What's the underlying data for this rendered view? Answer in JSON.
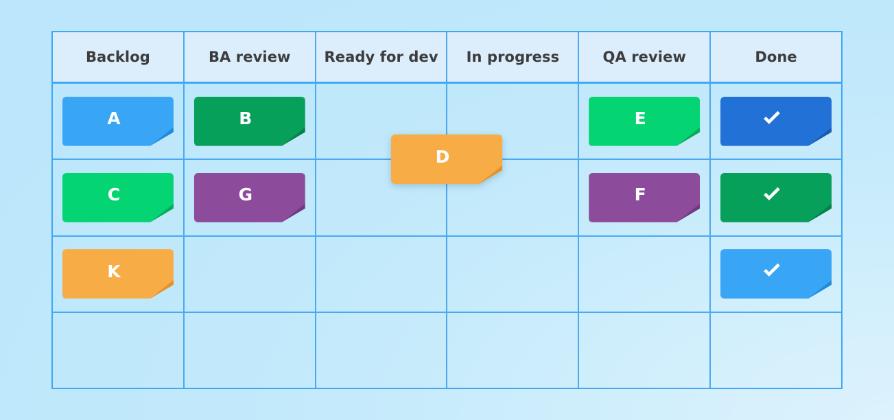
{
  "board": {
    "columns": [
      {
        "id": "backlog",
        "label": "Backlog"
      },
      {
        "id": "ba-review",
        "label": "BA review"
      },
      {
        "id": "ready-for-dev",
        "label": "Ready for dev"
      },
      {
        "id": "in-progress",
        "label": "In progress"
      },
      {
        "id": "qa-review",
        "label": "QA review"
      },
      {
        "id": "done",
        "label": "Done"
      }
    ],
    "row_count": 4,
    "cards": {
      "r0c0": {
        "label": "A",
        "color": "#38a5f5",
        "fold": "#1f8ade",
        "icon": ""
      },
      "r0c1": {
        "label": "B",
        "color": "#07a05a",
        "fold": "#05804a",
        "icon": ""
      },
      "r0c4": {
        "label": "E",
        "color": "#05d472",
        "fold": "#06ab5c",
        "icon": ""
      },
      "r0c5": {
        "label": "",
        "color": "#2171d6",
        "fold": "#1a5bb0",
        "icon": "check-icon"
      },
      "r1c0": {
        "label": "C",
        "color": "#05d472",
        "fold": "#06ab5c",
        "icon": ""
      },
      "r1c1": {
        "label": "G",
        "color": "#8d4b9c",
        "fold": "#6f3a7c",
        "icon": ""
      },
      "r1c4": {
        "label": "F",
        "color": "#8d4b9c",
        "fold": "#6f3a7c",
        "icon": ""
      },
      "r1c5": {
        "label": "",
        "color": "#07a05a",
        "fold": "#05804a",
        "icon": "check-icon"
      },
      "r2c0": {
        "label": "K",
        "color": "#f8ac45",
        "fold": "#e3922a",
        "icon": ""
      },
      "r2c5": {
        "label": "",
        "color": "#38a5f5",
        "fold": "#1f8ade",
        "icon": "check-icon"
      }
    },
    "floating_card": {
      "label": "D",
      "color": "#f8ac45",
      "fold": "#e3922a",
      "state": "dragging"
    },
    "colors": {
      "page_background": "#bfe8fb",
      "grid_line": "#4aa9f0",
      "board_border": "#3fa8f4",
      "header_fill": "#dcedfb",
      "header_text": "#3c3c3c",
      "card_text": "#ffffff"
    }
  }
}
